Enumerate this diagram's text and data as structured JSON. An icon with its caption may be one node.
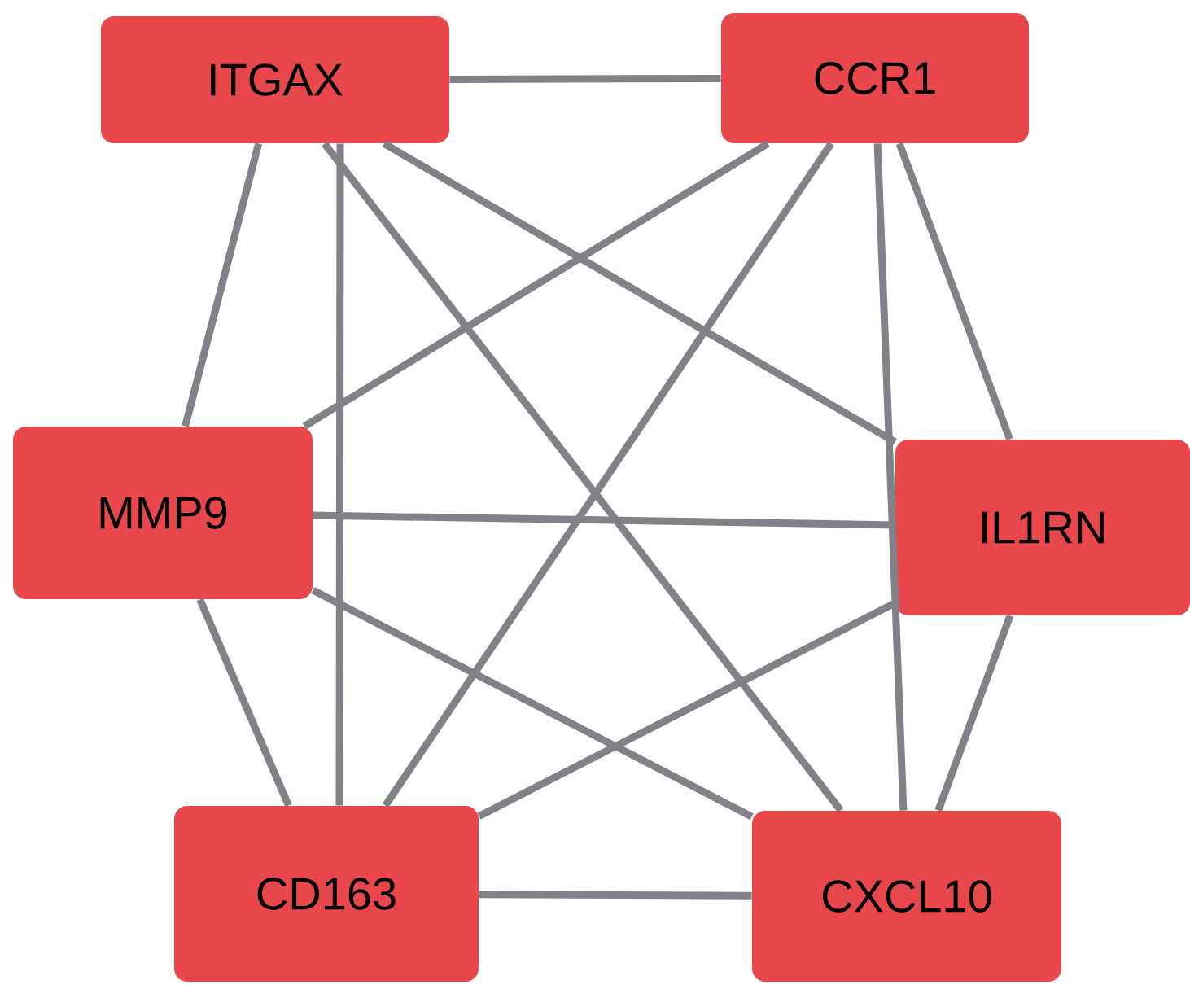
{
  "diagram": {
    "nodes": [
      {
        "text": [
          "ITGAX"
        ]
      },
      {
        "text": [
          "CCR1"
        ]
      },
      {
        "text": [
          "MMP9"
        ]
      },
      {
        "text": [
          "IL1RN"
        ]
      },
      {
        "text": [
          "CD163"
        ]
      },
      {
        "text": [
          "CXCL10"
        ]
      }
    ],
    "edges": [
      {
        "from": 0,
        "to": 1,
        "arrow": "none"
      },
      {
        "from": 0,
        "to": 2,
        "arrow": "none"
      },
      {
        "from": 0,
        "to": 3,
        "arrow": "none"
      },
      {
        "from": 0,
        "to": 4,
        "arrow": "none"
      },
      {
        "from": 0,
        "to": 5,
        "arrow": "none"
      },
      {
        "from": 1,
        "to": 2,
        "arrow": "none"
      },
      {
        "from": 1,
        "to": 3,
        "arrow": "none"
      },
      {
        "from": 1,
        "to": 4,
        "arrow": "none"
      },
      {
        "from": 1,
        "to": 5,
        "arrow": "none"
      },
      {
        "from": 2,
        "to": 3,
        "arrow": "none"
      },
      {
        "from": 2,
        "to": 4,
        "arrow": "none"
      },
      {
        "from": 2,
        "to": 5,
        "arrow": "none"
      },
      {
        "from": 3,
        "to": 4,
        "arrow": "none"
      },
      {
        "from": 3,
        "to": 5,
        "arrow": "none"
      },
      {
        "from": 4,
        "to": 5,
        "arrow": "none"
      }
    ]
  }
}
